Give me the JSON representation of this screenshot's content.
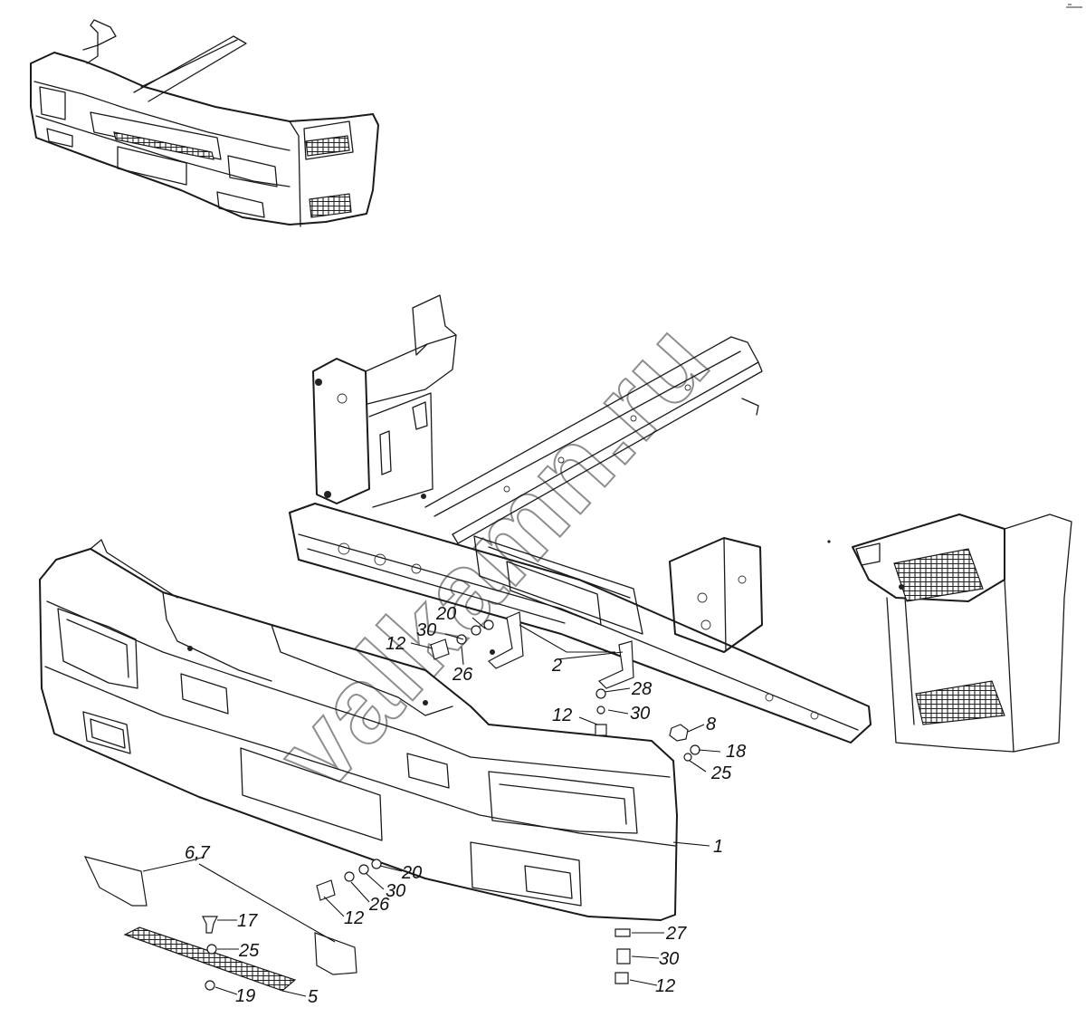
{
  "watermark": "valkamn.ru",
  "callouts": [
    {
      "id": "c1",
      "text": "1"
    },
    {
      "id": "c2",
      "text": "2"
    },
    {
      "id": "c5",
      "text": "5"
    },
    {
      "id": "c67",
      "text": "6,7"
    },
    {
      "id": "c8",
      "text": "8"
    },
    {
      "id": "c12a",
      "text": "12"
    },
    {
      "id": "c12b",
      "text": "12"
    },
    {
      "id": "c12c",
      "text": "12"
    },
    {
      "id": "c12d",
      "text": "12"
    },
    {
      "id": "c17",
      "text": "17"
    },
    {
      "id": "c18",
      "text": "18"
    },
    {
      "id": "c19",
      "text": "19"
    },
    {
      "id": "c20a",
      "text": "20"
    },
    {
      "id": "c20b",
      "text": "20"
    },
    {
      "id": "c25a",
      "text": "25"
    },
    {
      "id": "c25b",
      "text": "25"
    },
    {
      "id": "c26a",
      "text": "26"
    },
    {
      "id": "c26b",
      "text": "26"
    },
    {
      "id": "c27",
      "text": "27"
    },
    {
      "id": "c28",
      "text": "28"
    },
    {
      "id": "c30a",
      "text": "30"
    },
    {
      "id": "c30b",
      "text": "30"
    },
    {
      "id": "c30c",
      "text": "30"
    },
    {
      "id": "c30d",
      "text": "30"
    }
  ]
}
